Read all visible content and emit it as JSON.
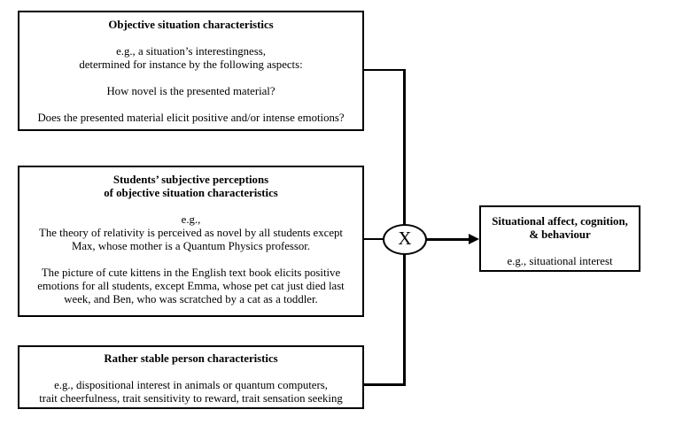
{
  "diagram": {
    "operator": "X",
    "colors": {
      "line": "#000000",
      "background": "#ffffff",
      "text": "#000000"
    },
    "boxes": {
      "objective": {
        "title": "Objective situation characteristics",
        "lines": [
          "e.g., a situation’s interestingness,",
          "determined for instance by the following aspects:",
          "How novel is the presented material?",
          "Does the presented material elicit positive and/or intense emotions?"
        ]
      },
      "subjective": {
        "title_line1": "Students’ subjective perceptions",
        "title_line2": "of objective situation characteristics",
        "lines": [
          "e.g.,",
          "The theory of relativity is perceived as novel by all students except",
          "Max, whose mother is a Quantum Physics professor.",
          "The picture of cute kittens in the English text book elicits positive",
          "emotions for all students, except Emma, whose pet cat just died last",
          "week, and Ben, who was scratched by a cat as a toddler."
        ]
      },
      "person": {
        "title": "Rather stable person characteristics",
        "lines": [
          "e.g., dispositional interest in animals or quantum computers,",
          "trait cheerfulness, trait sensitivity to reward, trait sensation seeking"
        ]
      },
      "outcome": {
        "title_line1": "Situational affect, cognition,",
        "title_line2": "& behaviour",
        "line": "e.g., situational interest"
      }
    }
  }
}
